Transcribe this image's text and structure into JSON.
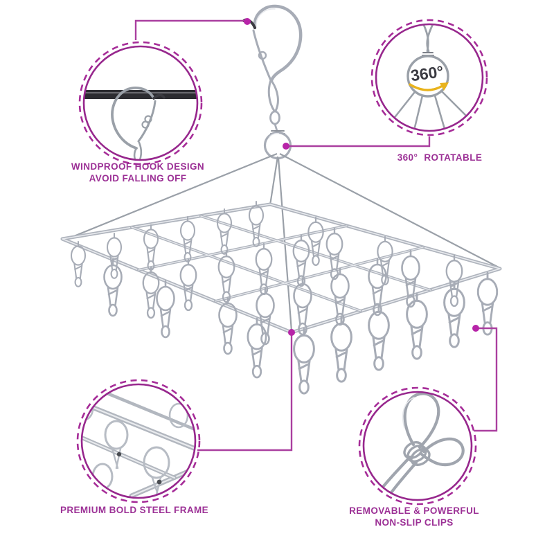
{
  "page": {
    "background": "#ffffff"
  },
  "colors": {
    "accent_purple": "#9c3196",
    "circle_solid": "#97278d",
    "circle_dashed": "#a62c98",
    "connector": "#aa3f9f",
    "connector_dot": "#b724a8",
    "arrow_yellow": "#e9b31c",
    "rod_black": "#2c2c31",
    "wire_gray": "#a7acb6",
    "badge_text": "#3b3b42"
  },
  "callouts": {
    "hook": {
      "line1": "WINDPROOF HOOK DESIGN",
      "line2": "AVOID FALLING OFF"
    },
    "rotate": {
      "label": "360° ROTATABLE",
      "badge": "360°"
    },
    "frame": {
      "label": "PREMIUM BOLD STEEL FRAME"
    },
    "clips": {
      "line1": "REMOVABLE & POWERFUL",
      "line2": "NON-SLIP CLIPS"
    }
  }
}
